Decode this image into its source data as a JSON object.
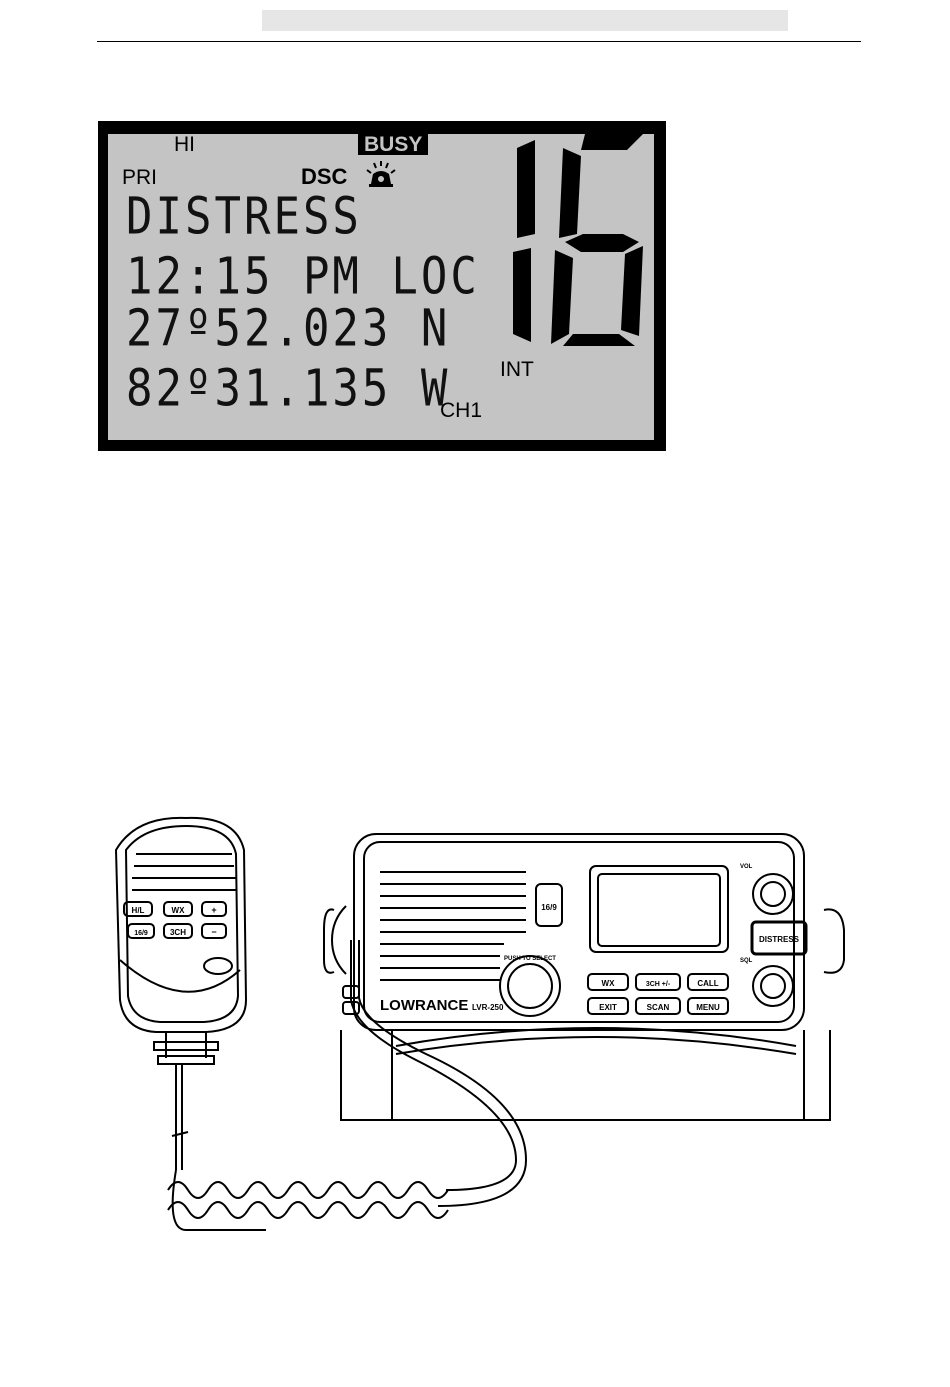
{
  "display": {
    "power_indicator": "HI",
    "busy_indicator": "BUSY",
    "priority_indicator": "PRI",
    "dsc_indicator": "DSC",
    "call_icon": "ringing-phone-icon",
    "text_lines": [
      "DISTRESS",
      "12:15 PM LOC",
      "27º52.023 N",
      "82º31.135 W"
    ],
    "channel_number": "16",
    "channel_mode": "INT",
    "channel_bank": "CH1"
  },
  "handset": {
    "buttons": [
      "H/L",
      "WX",
      "+",
      "16/9",
      "3CH",
      "−"
    ]
  },
  "radio": {
    "brand": "LOWRANCE",
    "model": "LVR-250",
    "knob_labels": [
      "VOL",
      "SQL"
    ],
    "distress_button": "DISTRESS",
    "rotary_label": "PUSH TO SELECT",
    "key_16_9": "16/9",
    "buttons_row1": [
      "WX",
      "3CH +/-",
      "CALL"
    ],
    "buttons_row2": [
      "EXIT",
      "SCAN",
      "MENU"
    ]
  }
}
